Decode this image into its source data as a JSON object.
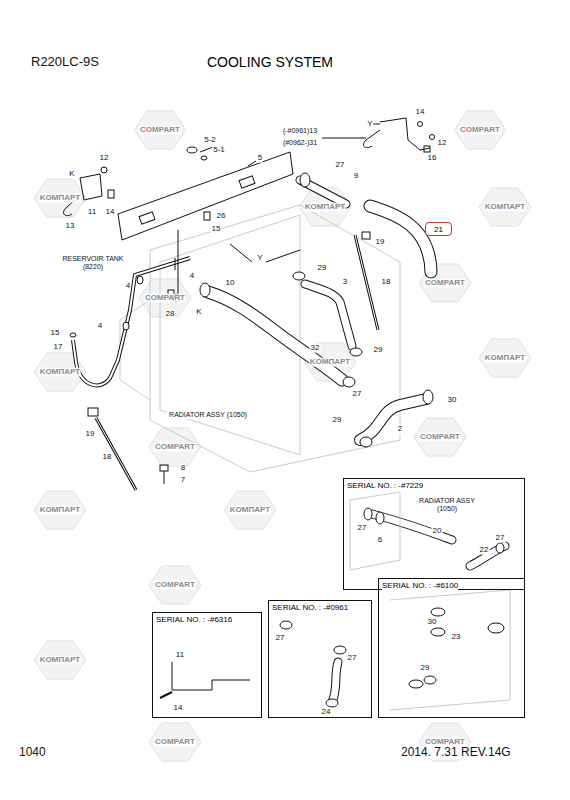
{
  "diagram": {
    "title": "COOLING SYSTEM",
    "nodes": [
      {
        "text": [
          "21"
        ]
      },
      {
        "text": [
          "SERIAL NO. : -#7229"
        ]
      },
      {
        "text": [
          "SERIAL NO. : -#6316"
        ]
      },
      {
        "text": [
          "SERIAL NO. : -#0961"
        ]
      },
      {
        "text": [
          "SERIAL NO. : -#6100"
        ]
      }
    ],
    "labels": [
      "R220LC-9S",
      "1040",
      "2014. 7.31 REV.14G",
      "5-2",
      "5-1",
      "5",
      "12",
      "K",
      "11",
      "14",
      "13",
      "26",
      "15",
      "4",
      "4",
      "10",
      "Y",
      "28",
      "K",
      "4",
      "15",
      "17",
      "RESERVOIR TANK (8220)",
      "19",
      "18",
      "8",
      "7",
      "RADIATOR ASSY (1050)",
      "14",
      "Y",
      "12",
      "16",
      "(-#0961)13",
      "(#0962-)31",
      "27",
      "9",
      "19",
      "29",
      "3",
      "18",
      "32",
      "29",
      "27",
      "30",
      "29",
      "2",
      "RADIATOR ASSY (1050)",
      "27",
      "6",
      "20",
      "22",
      "27",
      "11",
      "14",
      "27",
      "27",
      "24",
      "30",
      "23",
      "29",
      "COMPART",
      "COMPART",
      "KOMПАРТ",
      "KOMПАРТ",
      "KOMПАРТ",
      "COMPART",
      "COMPART",
      "KOMПАРТ",
      "KOMПАРТ",
      "KOMПАРТ",
      "COMPART",
      "COMPART",
      "KOMПАРТ",
      "KOMПАРТ",
      "COMPART",
      "KOMПАРТ",
      "COMPART",
      "COMPART"
    ]
  }
}
